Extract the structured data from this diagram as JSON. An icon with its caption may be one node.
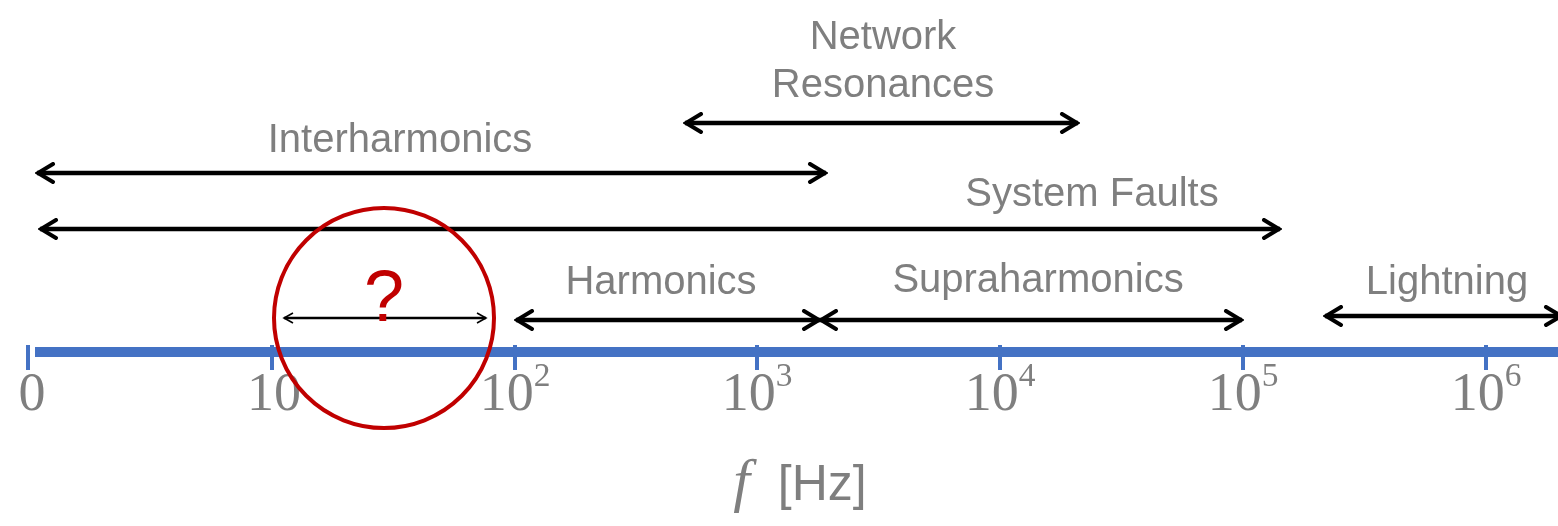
{
  "diagram": {
    "nodes": [
      {
        "text": [
          "?"
        ]
      }
    ],
    "labels": [
      "Network Resonances",
      "Interharmonics",
      "System Faults",
      "Harmonics",
      "Supraharmonics",
      "Lightning",
      "0",
      "10",
      "10$^{2}$",
      "10$^{3}$",
      "10$^{4}$",
      "10$^{5}$",
      "10$^{6}$",
      "*f* [Hz]"
    ]
  }
}
